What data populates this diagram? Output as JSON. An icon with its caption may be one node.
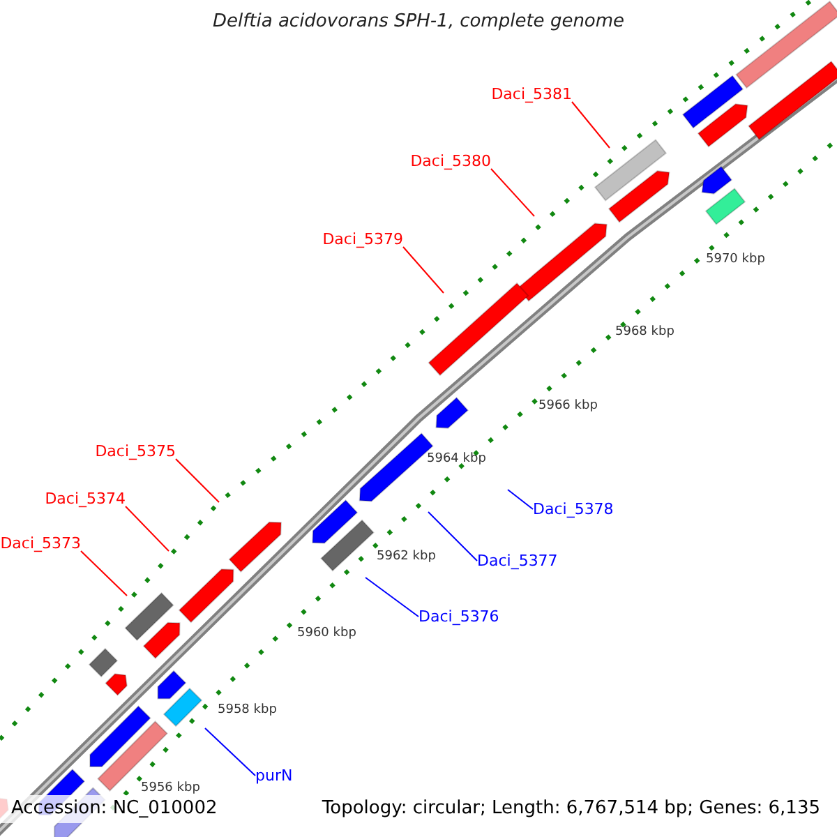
{
  "diagram": {
    "title": "Delftia acidovorans SPH-1, complete genome",
    "nodes": [
      {
        "text": [
          "Daci_5381"
        ]
      },
      {
        "text": [
          "Daci_5380"
        ]
      },
      {
        "text": [
          "Daci_5379"
        ]
      },
      {
        "text": [
          "Daci_5375"
        ]
      },
      {
        "text": [
          "Daci_5374"
        ]
      },
      {
        "text": [
          "Daci_5378"
        ]
      },
      {
        "text": [
          "Daci_5373"
        ]
      },
      {
        "text": [
          "Daci_5377"
        ]
      },
      {
        "text": [
          "Daci_5376"
        ]
      },
      {
        "text": [
          "purN"
        ]
      }
    ],
    "edges": [
      {
        "from": 0,
        "to": null,
        "arrow": "none"
      },
      {
        "from": 1,
        "to": null,
        "arrow": "none"
      },
      {
        "from": 2,
        "to": null,
        "arrow": "none"
      },
      {
        "from": 3,
        "to": null,
        "arrow": "none"
      },
      {
        "from": 4,
        "to": null,
        "arrow": "none"
      },
      {
        "from": 5,
        "to": null,
        "arrow": "none",
        "color": "#0000ff"
      },
      {
        "from": 6,
        "to": null,
        "arrow": "none"
      },
      {
        "from": 7,
        "to": null,
        "arrow": "none",
        "color": "#0000ff"
      },
      {
        "from": 8,
        "to": null,
        "arrow": "none",
        "color": "#0000ff"
      },
      {
        "from": 9,
        "to": null,
        "arrow": "none",
        "color": "#0000ff"
      }
    ],
    "labels": [
      "5970 kbp",
      "5968 kbp",
      "5966 kbp",
      "5964 kbp",
      "5962 kbp",
      "5960 kbp",
      "5958 kbp",
      "5956 kbp",
      "Accession: NC_010002",
      "Topology: circular; Length: 6,767,514 bp; Genes: 6,135"
    ]
  }
}
